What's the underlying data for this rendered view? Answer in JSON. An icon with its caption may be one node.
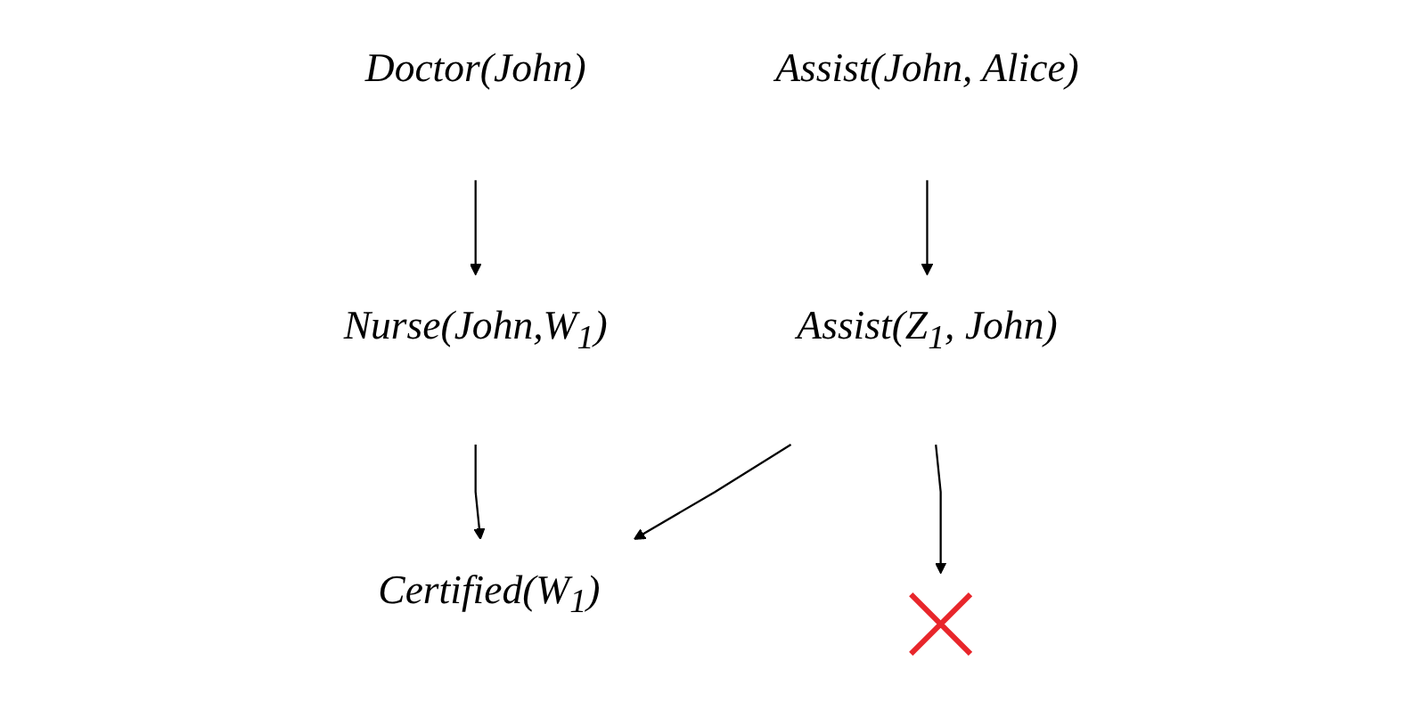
{
  "diagram": {
    "nodes": [
      {
        "text": [
          "Doctor(John)"
        ]
      },
      {
        "text": [
          "Assist(John, Alice)"
        ]
      },
      {
        "text": [
          "Nurse(John,W$_{1}$)"
        ]
      },
      {
        "text": [
          "Assist(Z$_{1}$, John)"
        ]
      },
      {
        "text": [
          "Certified(W$_{1}$)"
        ]
      },
      {
        "text": [],
        "shape": "cross"
      }
    ],
    "edges": [
      {
        "from": 0,
        "to": 2,
        "arrow": "to"
      },
      {
        "from": 1,
        "to": 3,
        "arrow": "to"
      },
      {
        "from": 2,
        "to": 4,
        "arrow": "to"
      },
      {
        "from": 3,
        "to": 4,
        "arrow": "to"
      },
      {
        "from": 3,
        "to": 5,
        "arrow": "to"
      }
    ]
  }
}
